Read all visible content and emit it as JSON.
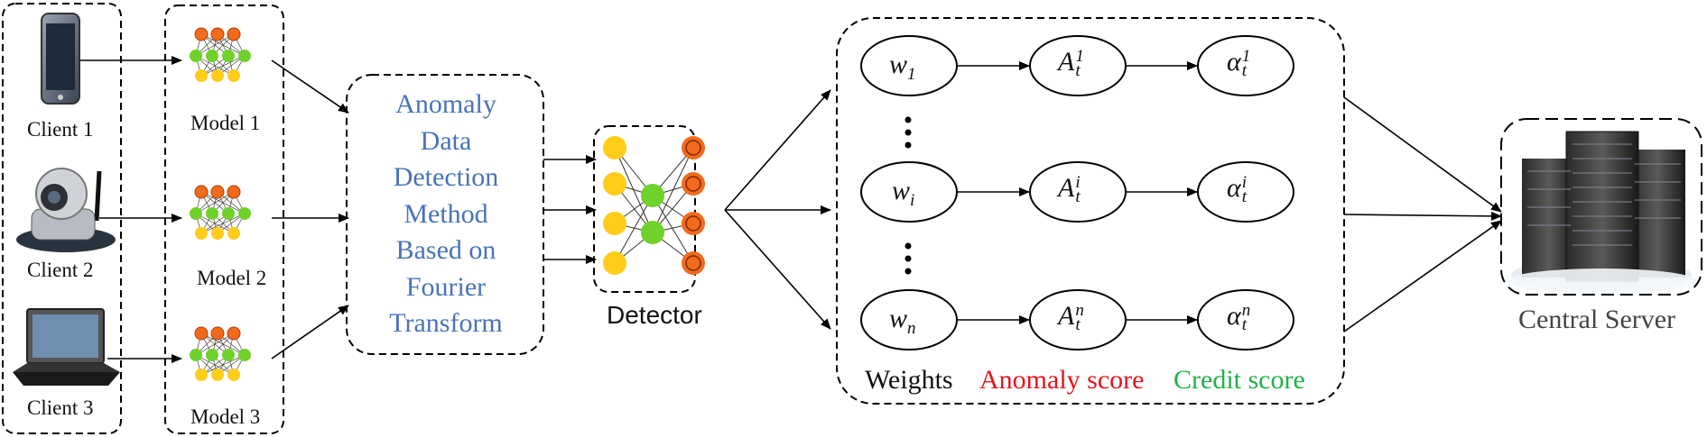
{
  "clients": [
    {
      "label": "Client 1",
      "icon": "smartphone-icon"
    },
    {
      "label": "Client 2",
      "icon": "ip-camera-icon"
    },
    {
      "label": "Client 3",
      "icon": "laptop-icon"
    }
  ],
  "models": [
    {
      "label": "Model 1"
    },
    {
      "label": "Model 2"
    },
    {
      "label": "Model 3"
    }
  ],
  "method": {
    "lines": [
      "Anomaly",
      "Data",
      "Detection",
      "Method",
      "Based on",
      "Fourier",
      "Transform"
    ],
    "color": "#4a72b8"
  },
  "detector": {
    "label": "Detector"
  },
  "rows": [
    {
      "weight": {
        "base": "w",
        "sub": "1"
      },
      "anomaly": {
        "base": "A",
        "sub": "t",
        "sup": "1"
      },
      "credit": {
        "base": "α",
        "sub": "t",
        "sup": "1"
      }
    },
    {
      "weight": {
        "base": "w",
        "sub": "i"
      },
      "anomaly": {
        "base": "A",
        "sub": "t",
        "sup": "i"
      },
      "credit": {
        "base": "α",
        "sub": "t",
        "sup": "i"
      }
    },
    {
      "weight": {
        "base": "w",
        "sub": "n"
      },
      "anomaly": {
        "base": "A",
        "sub": "t",
        "sup": "n"
      },
      "credit": {
        "base": "α",
        "sub": "t",
        "sup": "n"
      }
    }
  ],
  "legend": {
    "weights": "Weights",
    "anomaly": "Anomaly score",
    "credit": "Credit score"
  },
  "server": {
    "label": "Central Server",
    "icon": "server-rack-icon"
  },
  "colors": {
    "anomaly": "#e8141c",
    "credit": "#1fb24a",
    "node_green": "#6fd12a",
    "node_yellow": "#ffcc1a",
    "node_orange": "#f26a1b"
  }
}
